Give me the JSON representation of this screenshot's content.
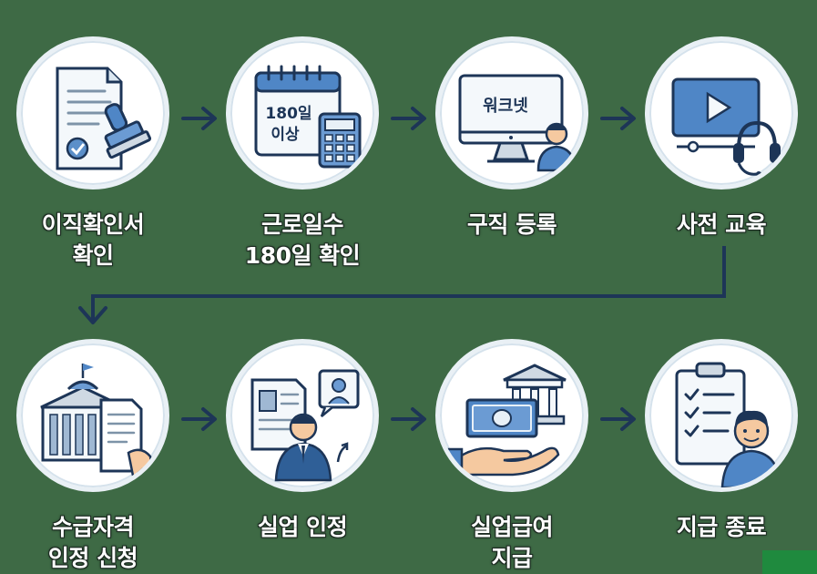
{
  "steps": [
    {
      "line1": "이직확인서",
      "line2": "확인",
      "icon": "document-stamp-icon"
    },
    {
      "line1": "근로일수",
      "line2": "180일 확인",
      "icon": "calendar-calculator-icon",
      "calendar_text1": "180일",
      "calendar_text2": "이상"
    },
    {
      "line1": "구직 등록",
      "line2": "",
      "icon": "worknet-monitor-icon",
      "monitor_text": "워크넷"
    },
    {
      "line1": "사전 교육",
      "line2": "",
      "icon": "video-headset-icon"
    },
    {
      "line1": "수급자격",
      "line2": "인정 신청",
      "icon": "government-building-document-icon"
    },
    {
      "line1": "실업 인정",
      "line2": "",
      "icon": "profile-businessman-icon"
    },
    {
      "line1": "실업급여",
      "line2": "지급",
      "icon": "bank-money-hand-icon"
    },
    {
      "line1": "지급 종료",
      "line2": "",
      "icon": "checklist-person-icon"
    }
  ],
  "colors": {
    "background": "#3e6a45",
    "accent": "#2f6fb0",
    "line": "#1d3557"
  }
}
